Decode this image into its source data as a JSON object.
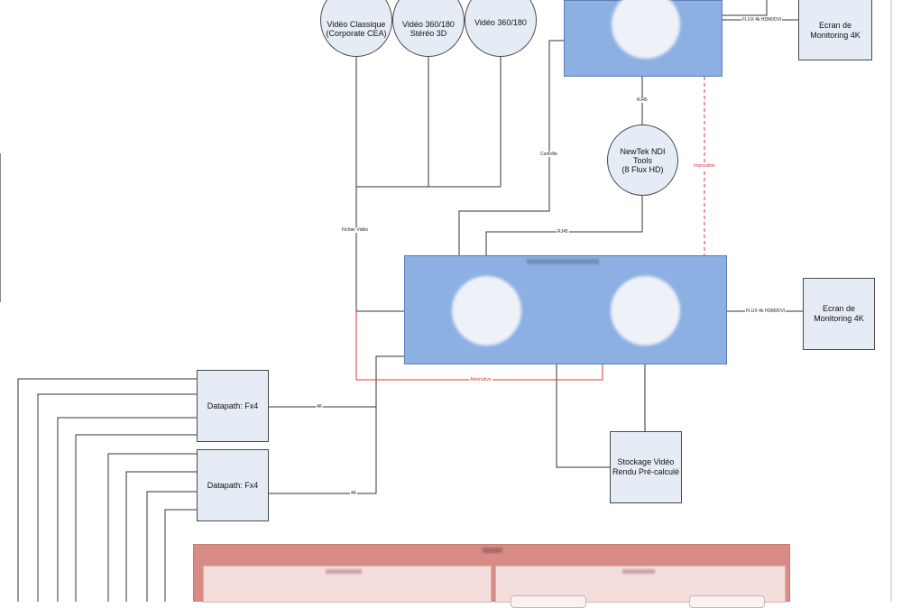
{
  "nodes": {
    "video_classique": "Vidéo Classique\n(Corporate CEA)",
    "video_360_stereo": "Vidéo 360/180\nStéréo 3D",
    "video_360": "Vidéo 360/180",
    "newtek": "NewTek NDI\nTools\n(8 Flux HD)",
    "ecran_top": "Ecran de\nMonitoring 4K",
    "ecran_mid": "Ecran de\nMonitoring 4K",
    "datapath_1": "Datapath: Fx4",
    "datapath_2": "Datapath: Fx4",
    "stockage": "Stockage Vidéo\nRendu Pré-calculé"
  },
  "edge_labels": {
    "rj45_top": "RJ45",
    "controle": "Contrôle",
    "fichier_video": "Fichier Vidéo",
    "rj45_mid": "RJ45",
    "flux_top": "FLUX 4k HDMI/DVI",
    "flux_mid": "FLUX 4k HDMI/DVI",
    "impossible": "Impossible",
    "alternative": "Alternative",
    "k4_1": "4K",
    "k4_2": "4K"
  },
  "colors": {
    "node_fill": "#e6ecf6",
    "panel_blue": "#8db0e3",
    "panel_red": "#d98c86",
    "line": "#333333",
    "red_line": "#d43a3a"
  }
}
